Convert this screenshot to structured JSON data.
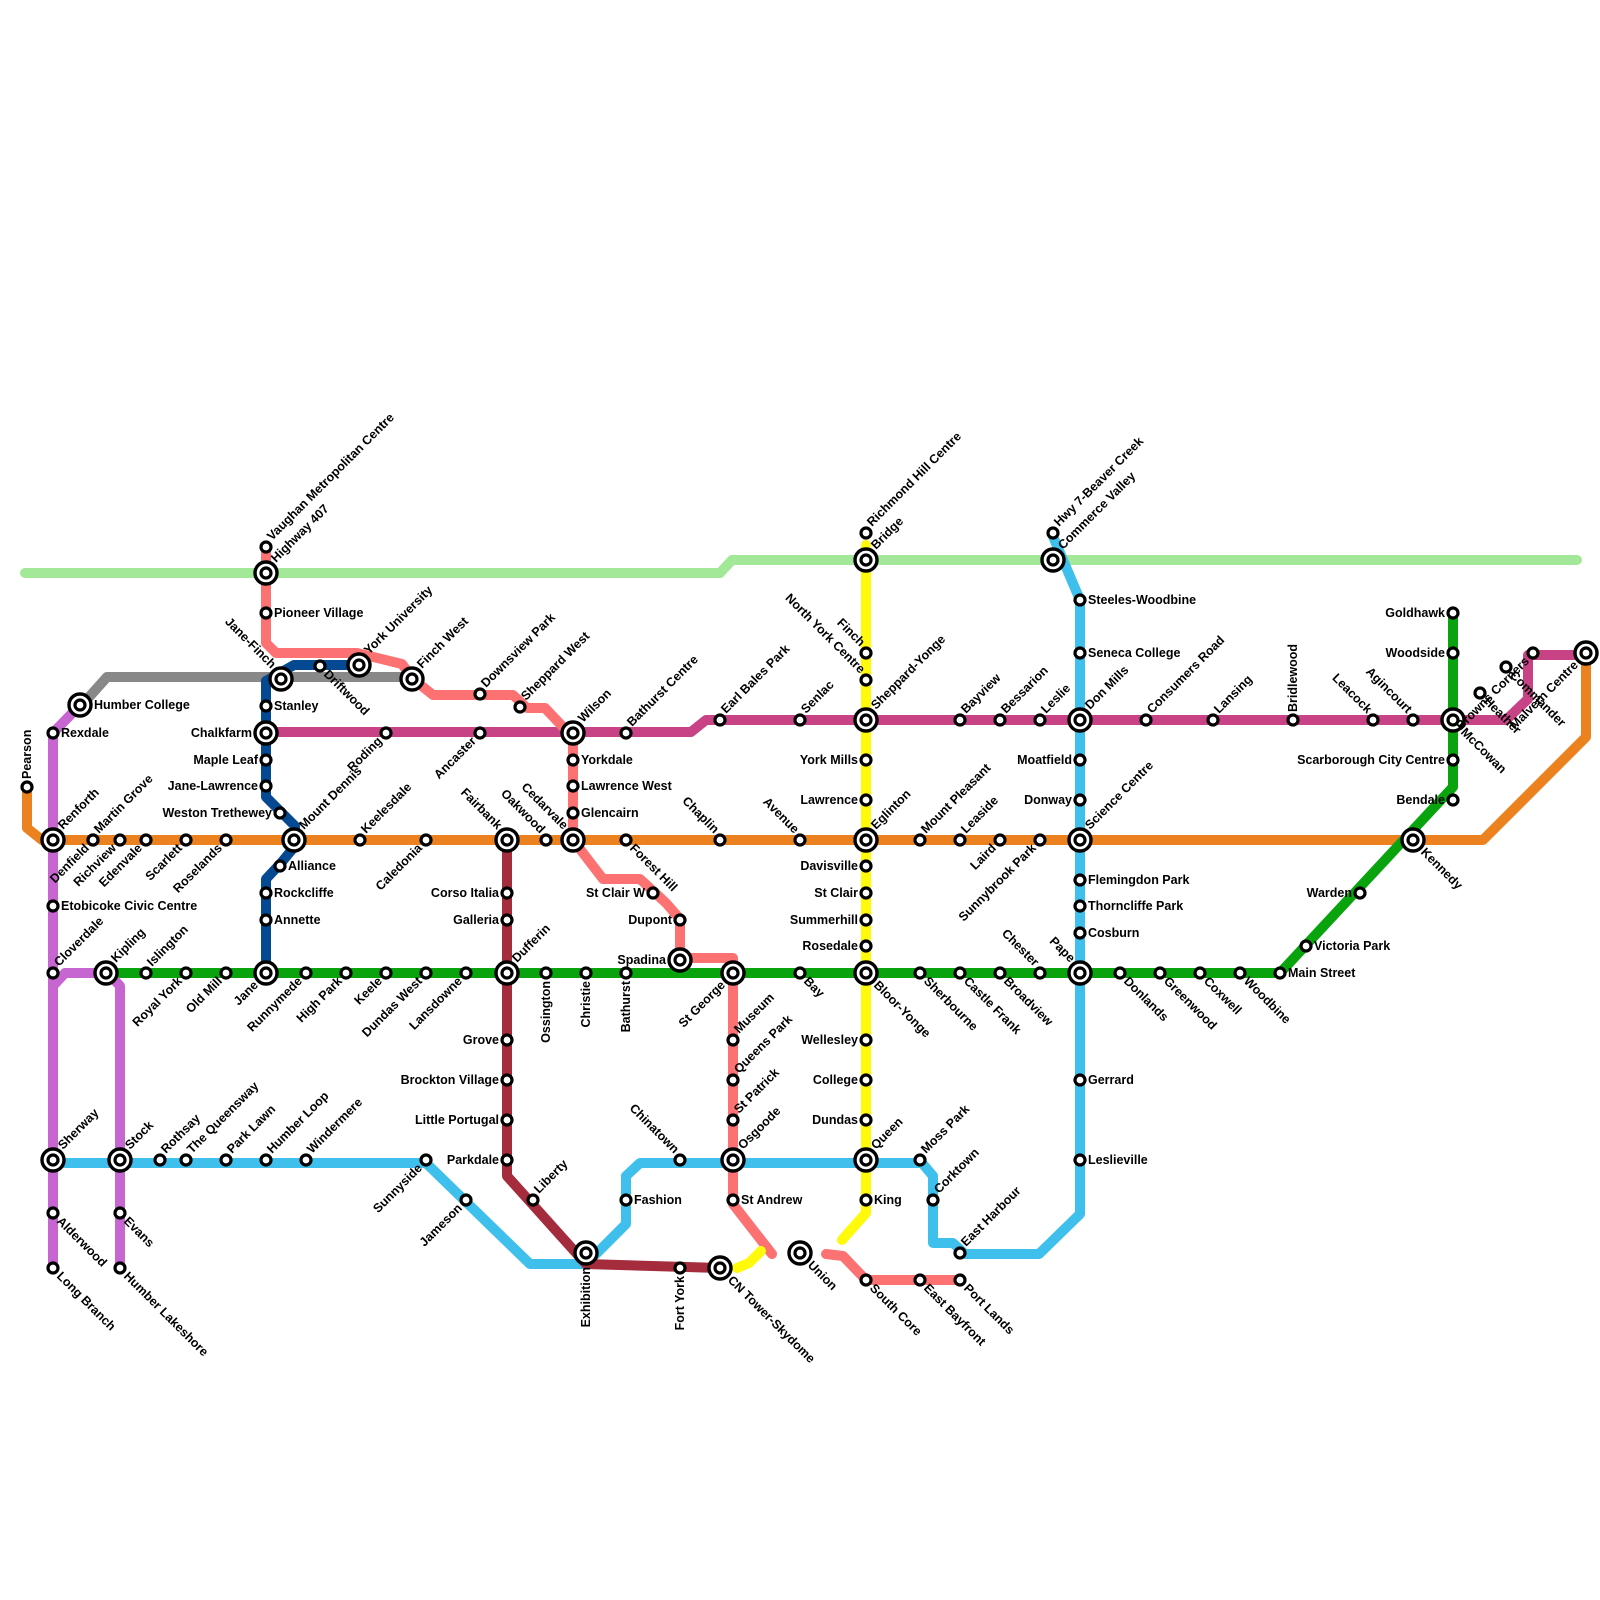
{
  "map": {
    "lines": [
      {
        "name": "green-bar",
        "color": "#a3e898"
      },
      {
        "name": "grey",
        "color": "#888888"
      },
      {
        "name": "orange",
        "color": "#ec821f"
      },
      {
        "name": "green",
        "color": "#08a30d"
      },
      {
        "name": "magenta",
        "color": "#c84385"
      },
      {
        "name": "purple",
        "color": "#c765d1"
      },
      {
        "name": "dark-blue",
        "color": "#044992"
      },
      {
        "name": "salmon",
        "color": "#fc7272"
      },
      {
        "name": "yellow",
        "color": "#fefa0a"
      },
      {
        "name": "light-blue",
        "color": "#3fc0ec"
      },
      {
        "name": "maroon",
        "color": "#a42c3c"
      }
    ],
    "stations": [
      "Vaughan Metropolitan Centre",
      "Highway 407",
      "Pioneer Village",
      "York University",
      "Finch West",
      "Driftwood",
      "Jane-Finch",
      "Humber College",
      "Rexdale",
      "Pearson",
      "Stanley",
      "Chalkfarm",
      "Maple Leaf",
      "Jane-Lawrence",
      "Weston Trethewey",
      "Mount Dennis",
      "Roding",
      "Keelesdale",
      "Caledonia",
      "Downsview Park",
      "Sheppard West",
      "Ancaster",
      "Wilson",
      "Yorkdale",
      "Lawrence West",
      "Glencairn",
      "Bathurst Centre",
      "Earl Bales Park",
      "Senlac",
      "Richmond Hill Centre",
      "Bridge",
      "Finch",
      "North York Centre",
      "Sheppard-Yonge",
      "Bayview",
      "Bessarion",
      "Leslie",
      "Hwy 7-Beaver Creek",
      "Commerce Valley",
      "Steeles-Woodbine",
      "Seneca College",
      "Don Mills",
      "Consumers Road",
      "Lansing",
      "Bridlewood",
      "Leacock",
      "Agincourt",
      "Goldhawk",
      "Woodside",
      "Browns Corners",
      "Commander",
      "Heather",
      "Malvern Centre",
      "McCowan",
      "Scarborough City Centre",
      "Bendale",
      "Kennedy",
      "York Mills",
      "Lawrence",
      "Eglinton",
      "Mount Pleasant",
      "Leaside",
      "Laird",
      "Sunnybrook Park",
      "Moatfield",
      "Donway",
      "Science Centre",
      "Renforth",
      "Martin Grove",
      "Denfield",
      "Richview",
      "Edenvale",
      "Scarlett",
      "Roselands",
      "Alliance",
      "Rockcliffe",
      "Annette",
      "Etobicoke Civic Centre",
      "Cloverdale",
      "Kipling",
      "Islington",
      "Royal York",
      "Old Mill",
      "Jane",
      "Runnymede",
      "High Park",
      "Keele",
      "Dundas West",
      "Lansdowne",
      "Dufferin",
      "Ossington",
      "Christie",
      "Bathurst",
      "Spadina",
      "St George",
      "Bay",
      "Bloor-Yonge",
      "Sherbourne",
      "Castle Frank",
      "Broadview",
      "Chester",
      "Pape",
      "Donlands",
      "Greenwood",
      "Coxwell",
      "Woodbine",
      "Main Street",
      "Victoria Park",
      "Warden",
      "Fairbank",
      "Oakwood",
      "Cedarvale",
      "Forest Hill",
      "St Clair W",
      "Dupont",
      "Chaplin",
      "Avenue",
      "Davisville",
      "St Clair",
      "Summerhill",
      "Rosedale",
      "Corso Italia",
      "Galleria",
      "Flemingdon Park",
      "Thorncliffe Park",
      "Cosburn",
      "Grove",
      "Brockton Village",
      "Little Portugal",
      "Parkdale",
      "Liberty",
      "Exhibition",
      "Fort York",
      "CN Tower-Skydome",
      "Union",
      "Museum",
      "Queens Park",
      "St Patrick",
      "Osgoode",
      "St Andrew",
      "Wellesley",
      "College",
      "Dundas",
      "Queen",
      "King",
      "South Core",
      "East Bayfront",
      "Port Lands",
      "Moss Park",
      "Corktown",
      "East Harbour",
      "Gerrard",
      "Leslieville",
      "Chinatown",
      "Fashion",
      "Sherway",
      "Alderwood",
      "Long Branch",
      "Stock",
      "Evans",
      "Humber Lakeshore",
      "Rothsay",
      "The Queensway",
      "Park Lawn",
      "Humber Loop",
      "Windermere",
      "Sunnyside",
      "Jameson"
    ]
  }
}
